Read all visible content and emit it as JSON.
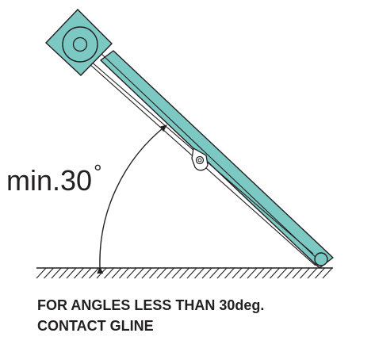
{
  "diagram": {
    "angle_label": "min.30",
    "angle_unit": "°",
    "note_line1": "FOR ANGLES LESS THAN 30deg.",
    "note_line2": "CONTACT GLINE"
  },
  "colors": {
    "arm_fill": "#7cc8c3",
    "line": "#231f20",
    "background": "#ffffff"
  }
}
